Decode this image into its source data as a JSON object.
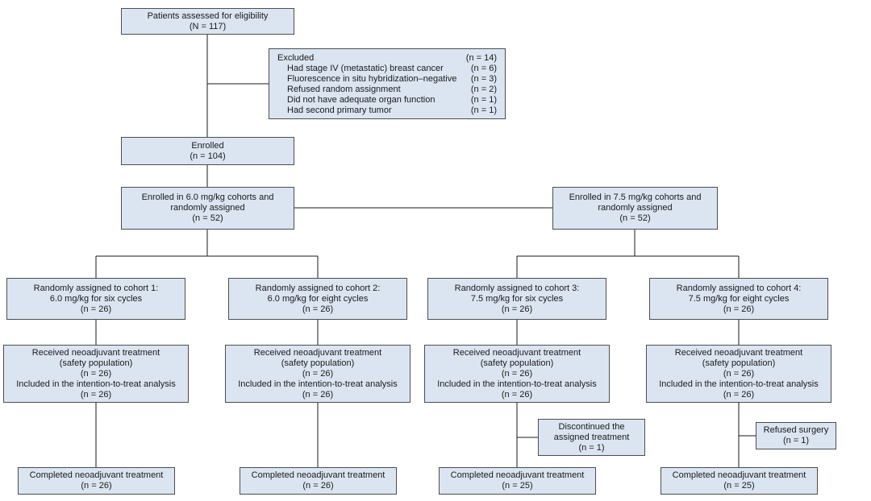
{
  "colors": {
    "box_fill": "#dbe5f1",
    "box_border": "#4d4d4d",
    "line_color": "#1a1a1a"
  },
  "flow": {
    "eligibility": {
      "l1": "Patients assessed for eligibility",
      "l2": "(N = 117)"
    },
    "excluded": {
      "title": "Excluded",
      "title_n": "(n = 14)",
      "reasons": [
        {
          "label": "Had stage IV (metastatic) breast cancer",
          "n": "(n = 6)"
        },
        {
          "label": "Fluorescence in situ hybridization–negative",
          "n": "(n = 3)"
        },
        {
          "label": "Refused random assignment",
          "n": "(n = 2)"
        },
        {
          "label": "Did not have adequate organ function",
          "n": "(n = 1)"
        },
        {
          "label": "Had second primary tumor",
          "n": "(n = 1)"
        }
      ]
    },
    "enrolled": {
      "l1": "Enrolled",
      "l2": "(n = 104)"
    },
    "arms": [
      {
        "l1": "Enrolled in 6.0 mg/kg cohorts and",
        "l2": "randomly assigned",
        "l3": "(n = 52)"
      },
      {
        "l1": "Enrolled in 7.5 mg/kg cohorts and",
        "l2": "randomly assigned",
        "l3": "(n = 52)"
      }
    ],
    "cohorts": [
      {
        "l1": "Randomly assigned to cohort 1:",
        "l2": "6.0 mg/kg for six cycles",
        "l3": "(n = 26)"
      },
      {
        "l1": "Randomly assigned to cohort 2:",
        "l2": "6.0 mg/kg for eight cycles",
        "l3": "(n = 26)"
      },
      {
        "l1": "Randomly assigned to cohort 3:",
        "l2": "7.5 mg/kg for six cycles",
        "l3": "(n = 26)"
      },
      {
        "l1": "Randomly assigned to cohort 4:",
        "l2": "7.5 mg/kg for eight cycles",
        "l3": "(n = 26)"
      }
    ],
    "received": [
      {
        "l1": "Received neoadjuvant treatment",
        "l2": "(safety population)",
        "l3": "(n = 26)",
        "l4": "Included in the intention-to-treat analysis",
        "l5": "(n = 26)"
      },
      {
        "l1": "Received neoadjuvant treatment",
        "l2": "(safety population)",
        "l3": "(n = 26)",
        "l4": "Included in the intention-to-treat analysis",
        "l5": "(n = 26)"
      },
      {
        "l1": "Received neoadjuvant treatment",
        "l2": "(safety population)",
        "l3": "(n = 26)",
        "l4": "Included in the intention-to-treat analysis",
        "l5": "(n = 26)"
      },
      {
        "l1": "Received neoadjuvant treatment",
        "l2": "(safety population)",
        "l3": "(n = 26)",
        "l4": "Included in the intention-to-treat analysis",
        "l5": "(n = 26)"
      }
    ],
    "side_notes": {
      "discontinued": {
        "l1": "Discontinued the",
        "l2": "assigned treatment",
        "l3": "(n = 1)"
      },
      "refused": {
        "l1": "Refused surgery",
        "l2": "(n = 1)"
      }
    },
    "completed": [
      {
        "l1": "Completed neoadjuvant treatment",
        "l2": "(n = 26)"
      },
      {
        "l1": "Completed neoadjuvant treatment",
        "l2": "(n = 26)"
      },
      {
        "l1": "Completed neoadjuvant treatment",
        "l2": "(n = 25)"
      },
      {
        "l1": "Completed neoadjuvant treatment",
        "l2": "(n = 25)"
      }
    ]
  }
}
